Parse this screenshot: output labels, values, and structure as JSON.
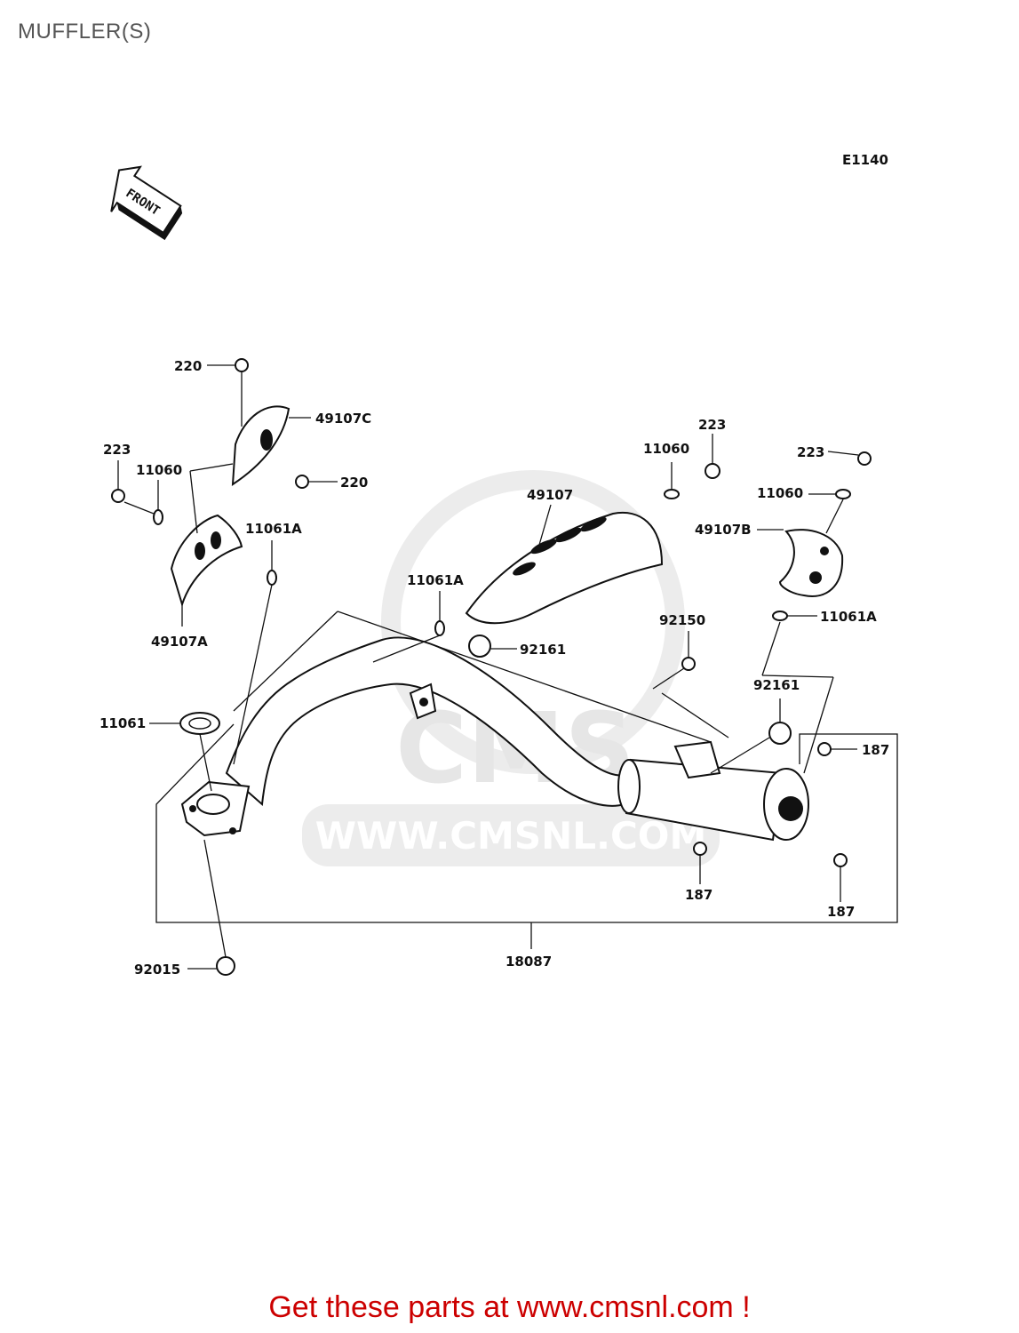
{
  "title": "MUFFLER(S)",
  "diagram_code": "E1140",
  "front_label": "FRONT",
  "watermark": {
    "brand": "CMS",
    "url": "WWW.CMSNL.COM"
  },
  "part_labels": {
    "p220_top": "220",
    "p49107c": "49107C",
    "p220_mid": "220",
    "p223_left": "223",
    "p11060_left": "11060",
    "p11061a_left": "11061A",
    "p49107a": "49107A",
    "p49107": "49107",
    "p11060_mid": "11060",
    "p223_mid": "223",
    "p223_right": "223",
    "p11060_right": "11060",
    "p49107b": "49107B",
    "p11061a_mid": "11061A",
    "p11061a_right": "11061A",
    "p92161_a": "92161",
    "p92150": "92150",
    "p92161_b": "92161",
    "p187_right": "187",
    "p11061": "11061",
    "p187_bottom_mid": "187",
    "p187_bottom_right": "187",
    "p92015": "92015",
    "p18087": "18087"
  },
  "footer_text": "Get these parts at www.cmsnl.com !",
  "colors": {
    "footer": "#cc0000",
    "title": "#555555",
    "line": "#111111",
    "watermark": "#e6e6e6"
  }
}
